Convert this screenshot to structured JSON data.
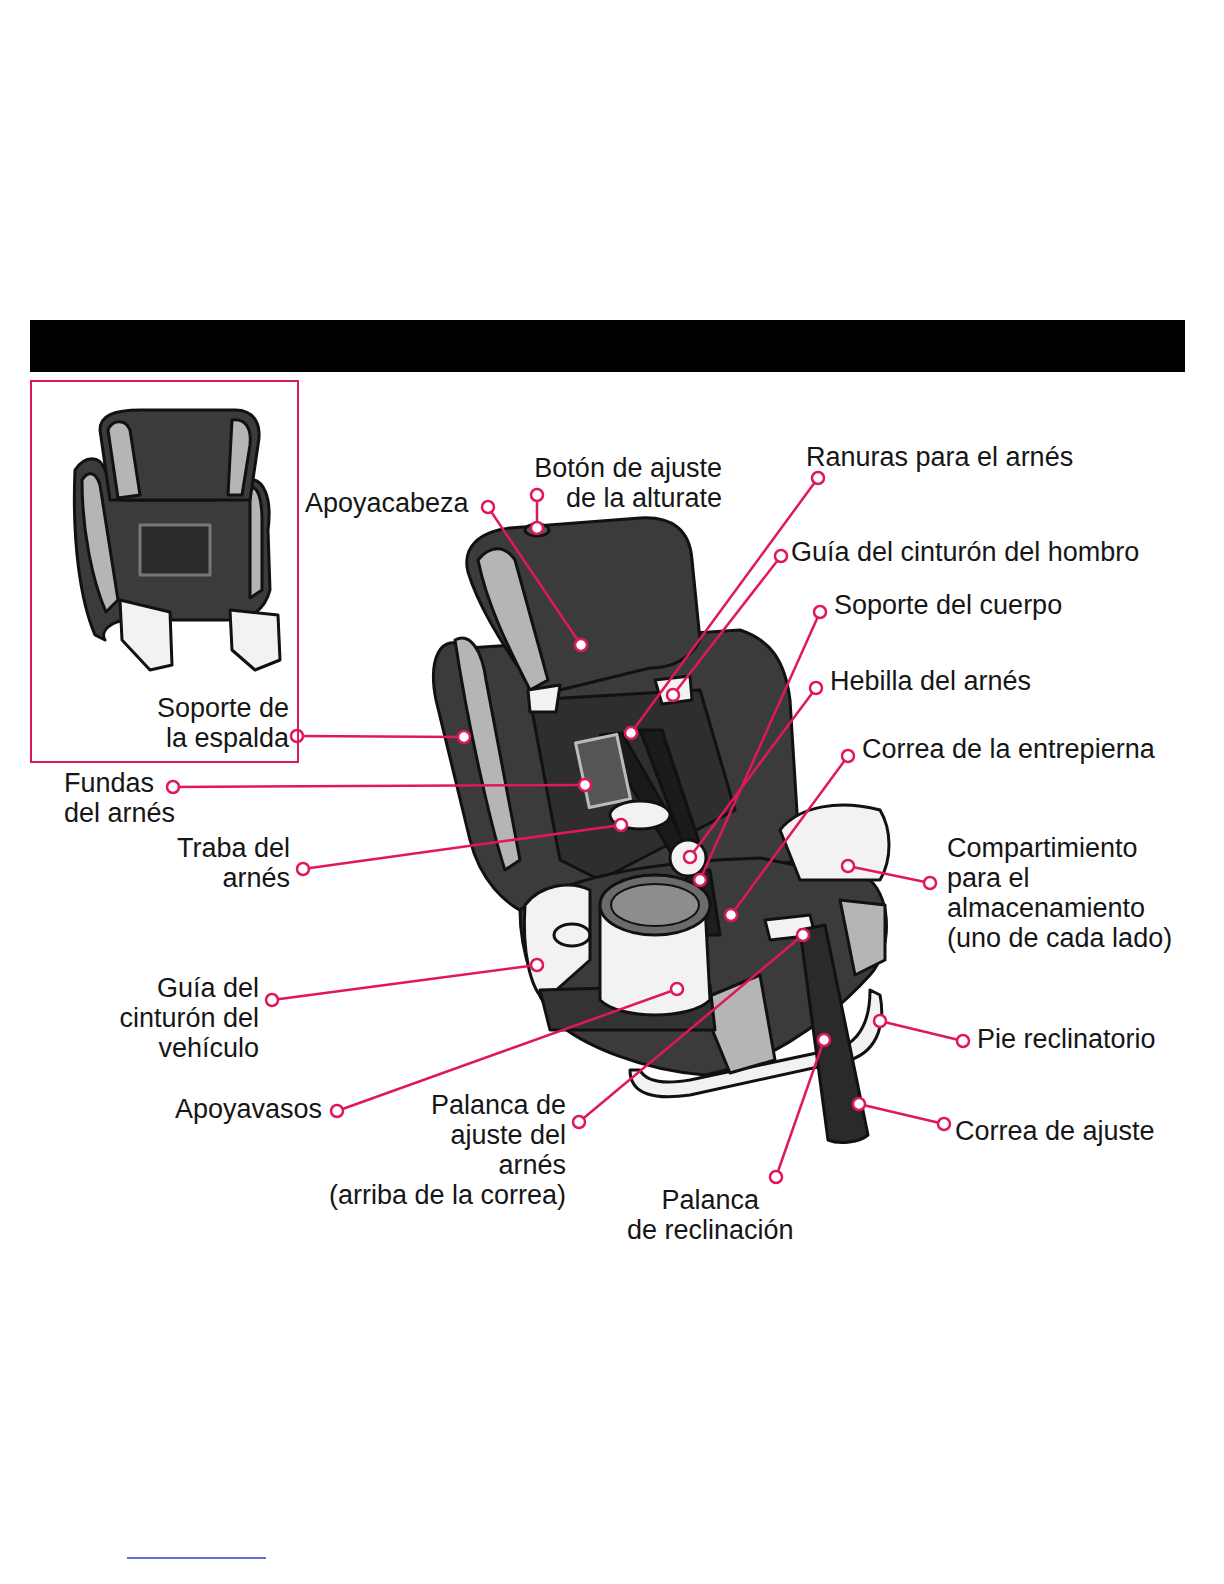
{
  "diagram": {
    "nodes": [
      {
        "text": [
          "Soporte de la espalda"
        ]
      }
    ],
    "labels": [
      "Botón de ajuste de la alturate",
      "Ranuras para el arnés",
      "Apoyacabeza",
      "Guía del cinturón del hombro",
      "Soporte del cuerpo",
      "Hebilla del arnés",
      "Correa de la entrepierna",
      "Fundas del arnés",
      "Traba del arnés",
      "Compartimiento para el almacenamiento (uno de cada lado)",
      "Guía del cinturón del vehículo",
      "Pie reclinatorio",
      "Apoyavasos",
      "Palanca de ajuste del arnés (arriba de la correa)",
      "Correa de ajuste",
      "Palanca de reclinación"
    ]
  }
}
